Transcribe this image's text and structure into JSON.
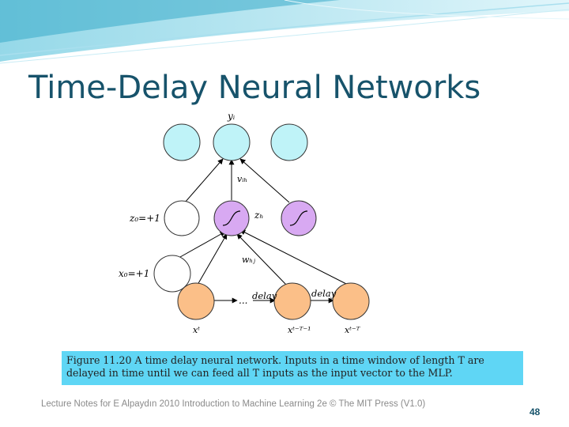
{
  "slide": {
    "title": "Time-Delay Neural Networks",
    "caption": "Figure 11.20 A time delay neural network. Inputs in a time window of length T are delayed in time until we can feed all T inputs as the input vector to the MLP.",
    "footer": "Lecture Notes for E Alpaydın 2010 Introduction to Machine Learning 2e © The MIT Press (V1.0)",
    "page_number": "48"
  },
  "diagram": {
    "labels": {
      "output": "yᵢ",
      "v_weight": "vᵢₕ",
      "z0": "z₀=+1",
      "zh": "zₕ",
      "w_weight": "wₕⱼ",
      "x0": "x₀=+1",
      "ellipsis": "...",
      "delay1": "delay",
      "delay2": "delay",
      "x_t": "xᵗ",
      "x_t_T1": "xᵗ⁻ᵀ⁻¹",
      "x_t_T": "xᵗ⁻ᵀ"
    },
    "colors": {
      "output_node": "#bff3f8",
      "hidden_node": "#d8a9f2",
      "input_node": "#fbbf88",
      "bias_node": "#ffffff",
      "title": "#17536b",
      "caption_bg": "#5fd6f5"
    }
  }
}
